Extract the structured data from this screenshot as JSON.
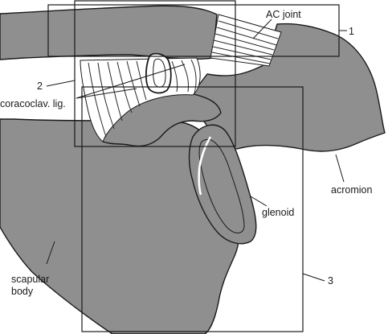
{
  "diagram": {
    "labels": {
      "ac_joint": "AC joint",
      "box1": "1",
      "box2": "2",
      "coracoclavicular": "coracoclav. lig.",
      "acromion": "acromion",
      "glenoid": "glenoid",
      "scapular_body_line1": "scapular",
      "scapular_body_line2": "body",
      "box3": "3"
    },
    "colors": {
      "bone_fill": "#8f8f8f",
      "outline": "#1a1a1a",
      "ligament_fill": "#ffffff",
      "background": "#ffffff"
    }
  }
}
